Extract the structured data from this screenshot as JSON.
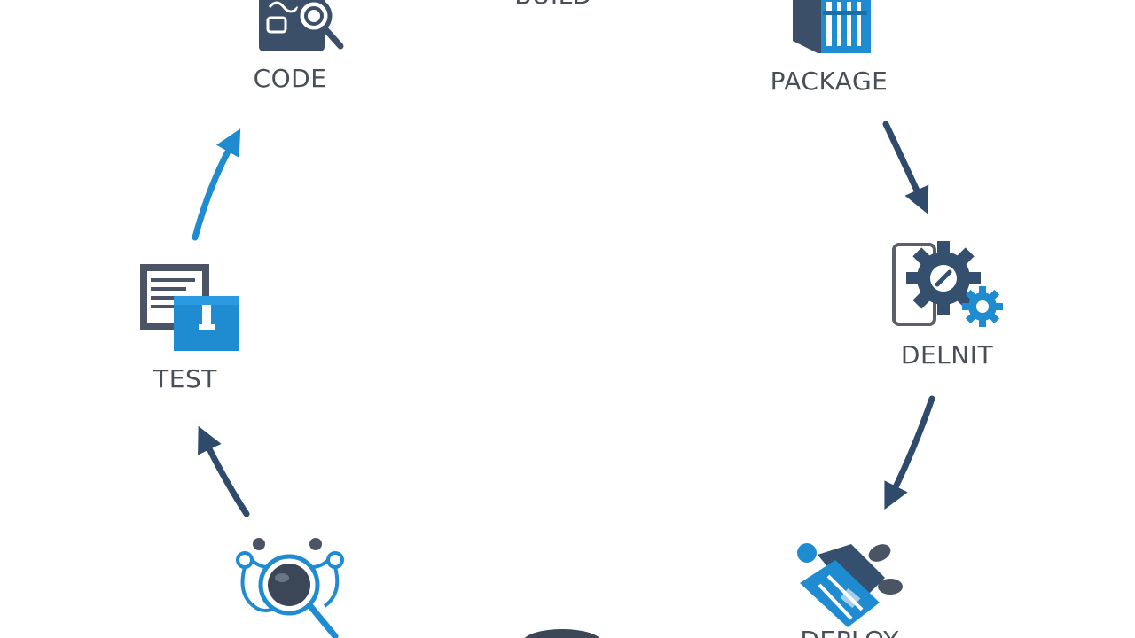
{
  "stages": {
    "build": {
      "label": "BUILD"
    },
    "code": {
      "label": "CODE"
    },
    "package": {
      "label": "PACKAGE"
    },
    "delnit": {
      "label": "DELNIT"
    },
    "test": {
      "label": "TEST"
    },
    "deploy": {
      "label": "DEPLOY"
    }
  },
  "colors": {
    "dark_blue": "#2f4a6a",
    "bright_blue": "#1f8bd0",
    "label_gray": "#4a4f57",
    "icon_gray": "#5a5f68"
  },
  "icons": {
    "code": "code-inspect-icon",
    "package": "server-package-icon",
    "delnit": "gear-settings-icon",
    "test": "test-document-icon",
    "deploy": "handshake-icon",
    "monitor": "network-magnifier-icon",
    "bottom_center": "disk-icon"
  }
}
